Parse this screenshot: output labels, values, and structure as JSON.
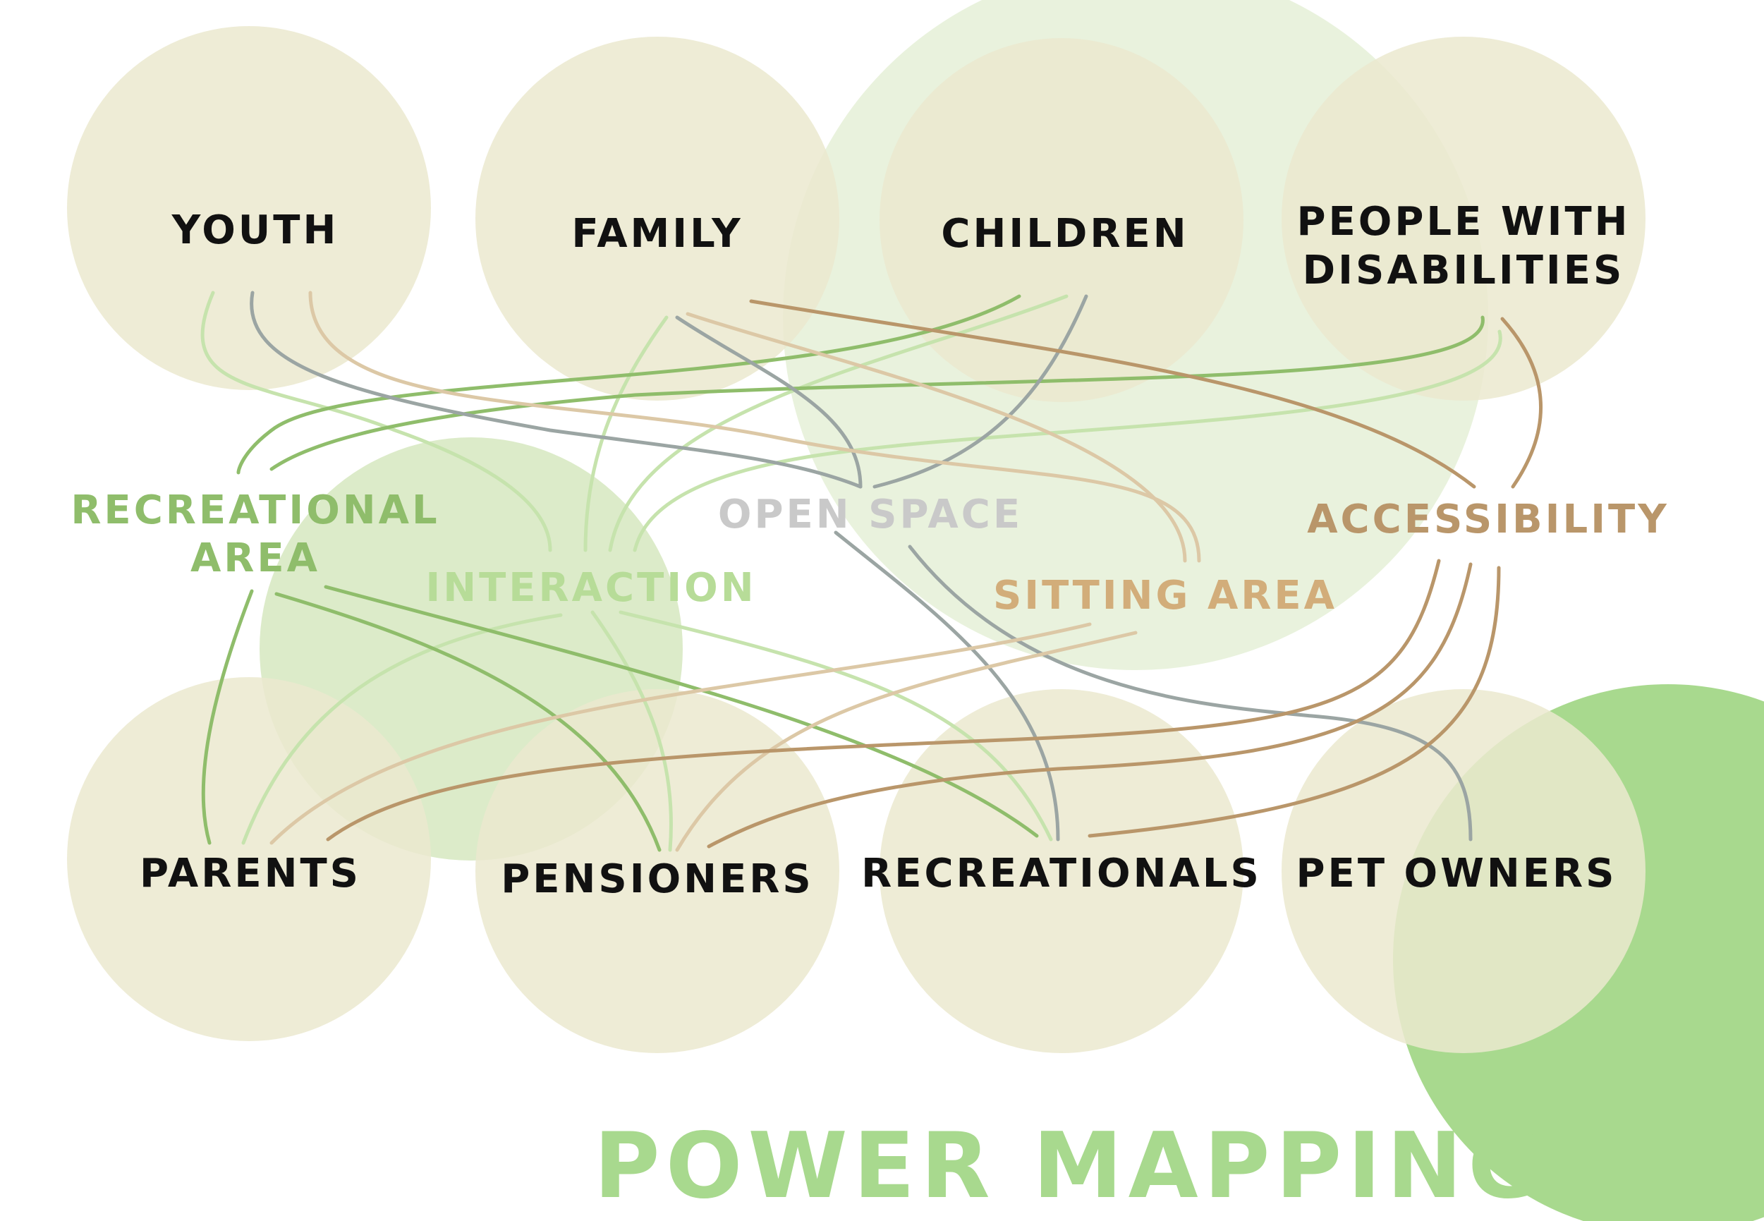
{
  "title": "POWER MAPPING",
  "colors": {
    "circle_fill": "#ebe9cf",
    "bg_large_circle": "#e9f2dd",
    "bg_mid_circle": "#dcebc9",
    "bg_corner_circle": "#a8d98e",
    "stakeholder_text": "#111111",
    "title_text": "#a8d98e",
    "green_dark": "#8fbd6b",
    "green_light": "#c6e3ad",
    "grey": "#9ba5a3",
    "tan": "#c4a06d",
    "tan_light": "#dcc8a6",
    "open_space_text": "#c9c9c9"
  },
  "stakeholders": {
    "youth": "YOUTH",
    "family": "FAMILY",
    "children": "CHILDREN",
    "people_with_disabilities_1": "PEOPLE WITH",
    "people_with_disabilities_2": "DISABILITIES",
    "parents": "PARENTS",
    "pensioners": "PENSIONERS",
    "recreationals": "RECREATIONALS",
    "pet_owners": "PET OWNERS"
  },
  "themes": {
    "recreational_area_1": "RECREATIONAL",
    "recreational_area_2": "AREA",
    "interaction": "INTERACTION",
    "open_space": "OPEN SPACE",
    "sitting_area": "SITTING AREA",
    "accessibility": "ACCESSIBILITY"
  }
}
